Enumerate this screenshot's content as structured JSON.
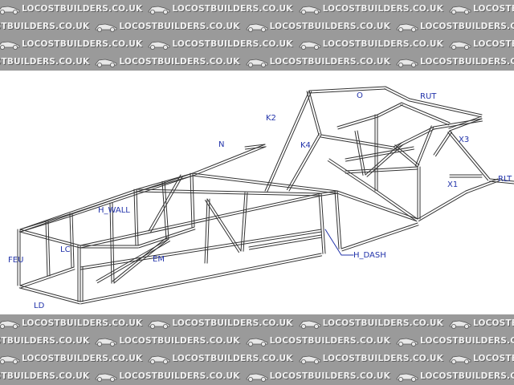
{
  "watermark": {
    "text": "LOCOSTBUILDERS.CO.UK"
  },
  "diagram": {
    "labels": {
      "O": "O",
      "RUT": "RUT",
      "K2": "K2",
      "N": "N",
      "K4": "K4",
      "X3": "X3",
      "RLT": "RLT",
      "X1": "X1",
      "H_WALL": "H_WALL",
      "FEU": "FEU",
      "LC": "LC",
      "EM": "EM",
      "H_DASH": "H_DASH",
      "LD": "LD"
    }
  },
  "colors": {
    "label": "#2233aa",
    "frame_line": "#333333",
    "watermark_band": "#9a9a9a"
  }
}
